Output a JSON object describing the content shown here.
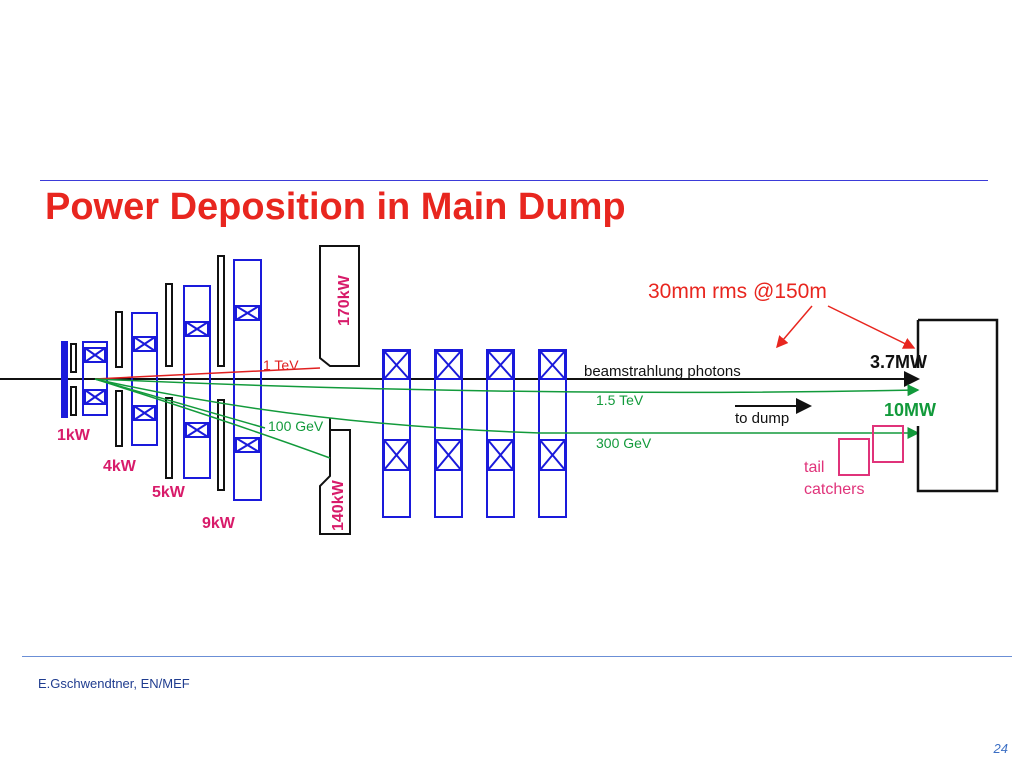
{
  "title": "Power Deposition in Main Dump",
  "footer": {
    "author": "E.Gschwendtner, EN/MEF",
    "page": "24"
  },
  "colors": {
    "title": "#e8261f",
    "magnet": "#1a1adb",
    "absorber": "#111111",
    "power_magenta": "#d81b6a",
    "photon_line": "#111111",
    "beam_1tev": "#e02020",
    "beam_green": "#129a3b",
    "annotation": "#e8261f",
    "tail_catcher": "#e0337a"
  },
  "diagram": {
    "power_labels": [
      "1kW",
      "4kW",
      "5kW",
      "9kW"
    ],
    "collimators": {
      "upper": "170kW",
      "lower": "140kW"
    },
    "beam_labels": {
      "tev1": "1 TeV",
      "gev100": "100 GeV",
      "tev15": "1.5 TeV",
      "gev300": "300 GeV"
    },
    "photons": "beamstrahlung photons",
    "to_dump": "to dump",
    "annotation": "30mm rms @150m",
    "dump_photon_power": "3.7MW",
    "dump_beam_power": "10MW",
    "tail_catchers": [
      "tail",
      "catchers"
    ]
  }
}
